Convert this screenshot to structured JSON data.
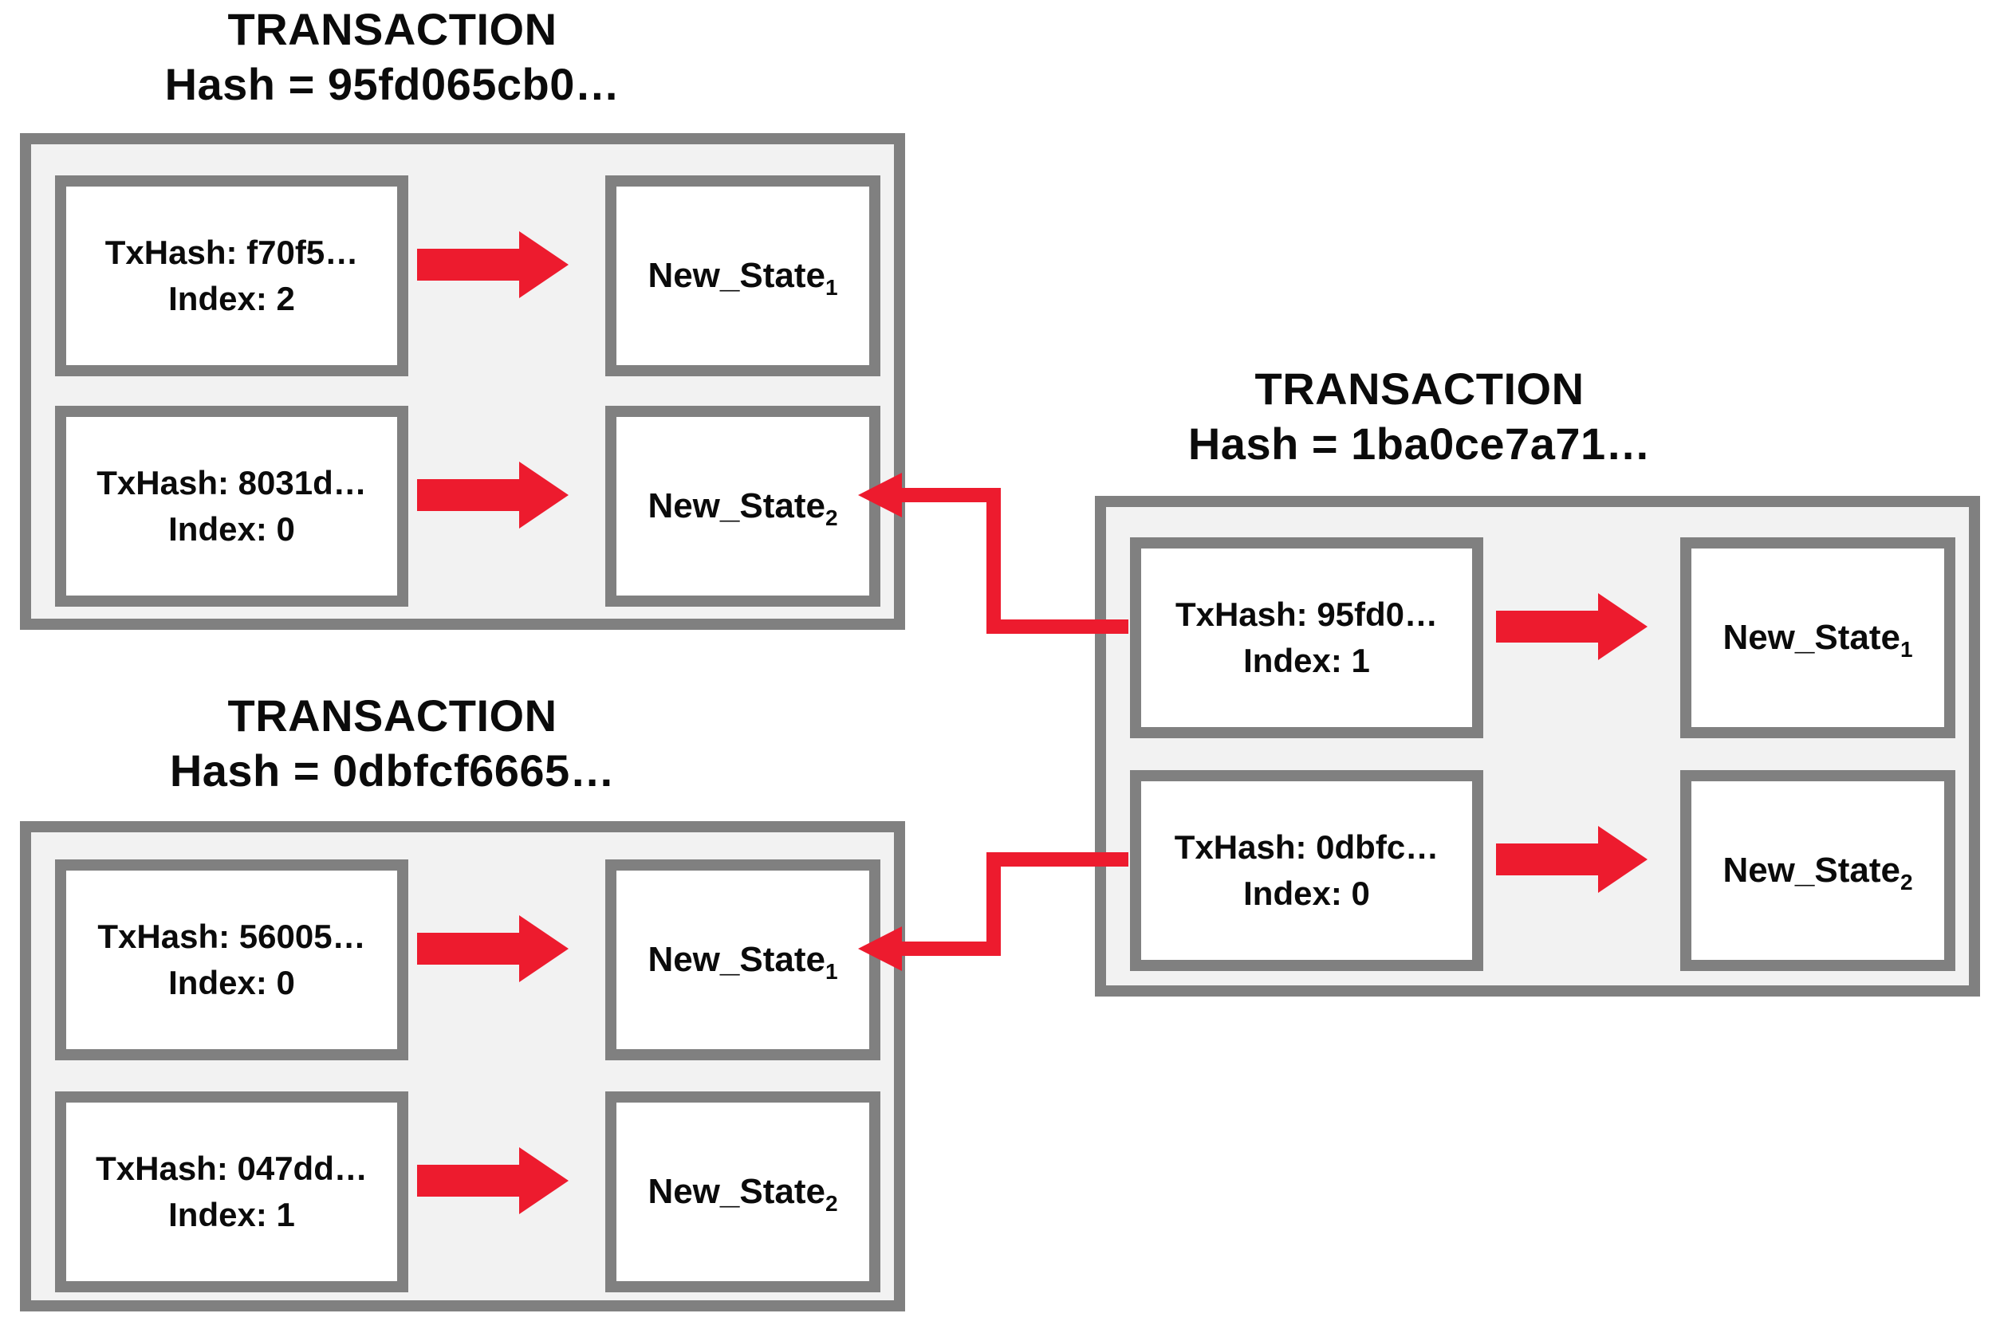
{
  "colors": {
    "border_gray": "#808080",
    "container_fill": "#f2f2f2",
    "box_fill": "#ffffff",
    "arrow_red": "#ED1B2E",
    "text_color": "#0b0b0b"
  },
  "transactions": [
    {
      "title": "TRANSACTION",
      "hash": "Hash = 95fd065cb0…",
      "inputs": [
        {
          "txhash": "TxHash: f70f5…",
          "index": "Index: 2"
        },
        {
          "txhash": "TxHash: 8031d…",
          "index": "Index: 0"
        }
      ],
      "outputs": [
        {
          "label": "New_State",
          "sub": "1"
        },
        {
          "label": "New_State",
          "sub": "2"
        }
      ]
    },
    {
      "title": "TRANSACTION",
      "hash": "Hash = 0dbfcf6665…",
      "inputs": [
        {
          "txhash": "TxHash: 56005…",
          "index": "Index: 0"
        },
        {
          "txhash": "TxHash: 047dd…",
          "index": "Index: 1"
        }
      ],
      "outputs": [
        {
          "label": "New_State",
          "sub": "1"
        },
        {
          "label": "New_State",
          "sub": "2"
        }
      ]
    },
    {
      "title": "TRANSACTION",
      "hash": "Hash = 1ba0ce7a71…",
      "inputs": [
        {
          "txhash": "TxHash: 95fd0…",
          "index": "Index: 1"
        },
        {
          "txhash": "TxHash: 0dbfc…",
          "index": "Index: 0"
        }
      ],
      "outputs": [
        {
          "label": "New_State",
          "sub": "1"
        },
        {
          "label": "New_State",
          "sub": "2"
        }
      ]
    }
  ],
  "connectors": [
    {
      "from": "right-transaction input TxHash: 95fd0… Index: 1",
      "to": "top-left transaction New_State 2"
    },
    {
      "from": "right-transaction input TxHash: 0dbfc… Index: 0",
      "to": "bottom-left transaction New_State 1"
    }
  ]
}
